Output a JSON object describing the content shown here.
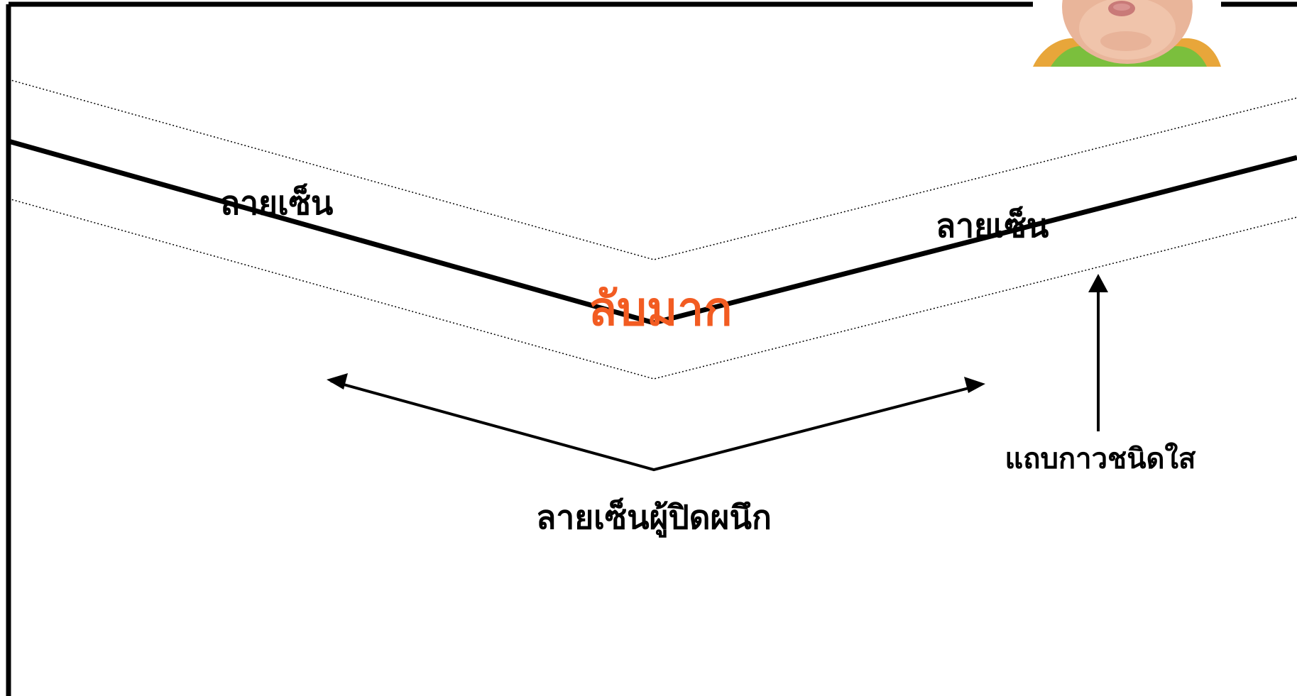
{
  "labels": {
    "signature_left": "ลายเซ็น",
    "signature_right": "ลายเซ็น",
    "secret": "ลับมาก",
    "clear_tape": "แถบกาวชนิดใส",
    "sealer_signature": "ลายเซ็นผู้ปิดผนึก"
  },
  "colors": {
    "secret": "#f25c22",
    "ink": "#000000"
  },
  "icons": {
    "photo": "baby-face-photo",
    "up_arrow": "arrow-up-icon",
    "double_arrow": "double-headed-arrow-icon"
  }
}
